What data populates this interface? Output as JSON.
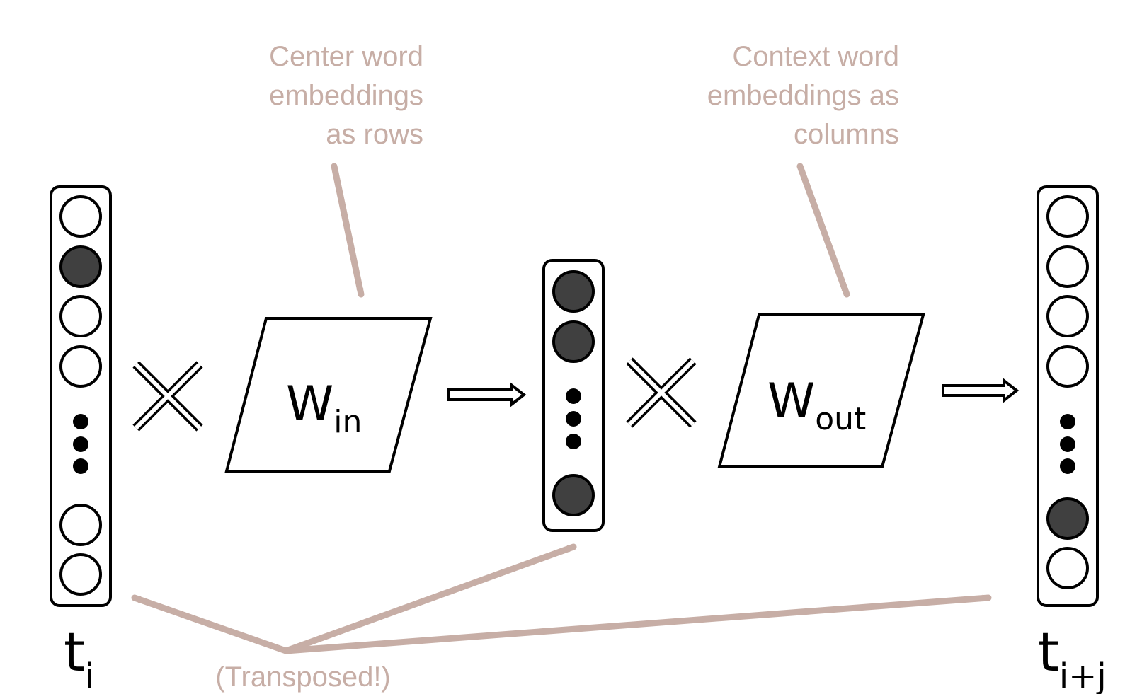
{
  "colors": {
    "annotation": "#c7aea6",
    "ink": "#000000",
    "filled_node": "#404040",
    "background": "#ffffff"
  },
  "annotations": {
    "center_word": [
      "Center word",
      "embeddings",
      "as rows"
    ],
    "context_word": [
      "Context word",
      "embeddings as",
      "columns"
    ],
    "transposed": "(Transposed!)"
  },
  "labels": {
    "input_vector": {
      "main": "t",
      "sub": "i"
    },
    "output_vector": {
      "main": "t",
      "sub": "i+j"
    },
    "w_in": {
      "main": "W",
      "sub": "in"
    },
    "w_out": {
      "main": "W",
      "sub": "out"
    }
  },
  "operators": {
    "multiply_icon": "multiply-icon",
    "arrow_icon": "double-arrow-right-icon"
  },
  "vectors": {
    "input": [
      "empty",
      "filled",
      "empty",
      "empty",
      "dots",
      "empty",
      "empty"
    ],
    "hidden": [
      "filled",
      "filled",
      "dots",
      "filled"
    ],
    "output": [
      "empty",
      "empty",
      "empty",
      "empty",
      "dots",
      "filled",
      "empty"
    ]
  }
}
